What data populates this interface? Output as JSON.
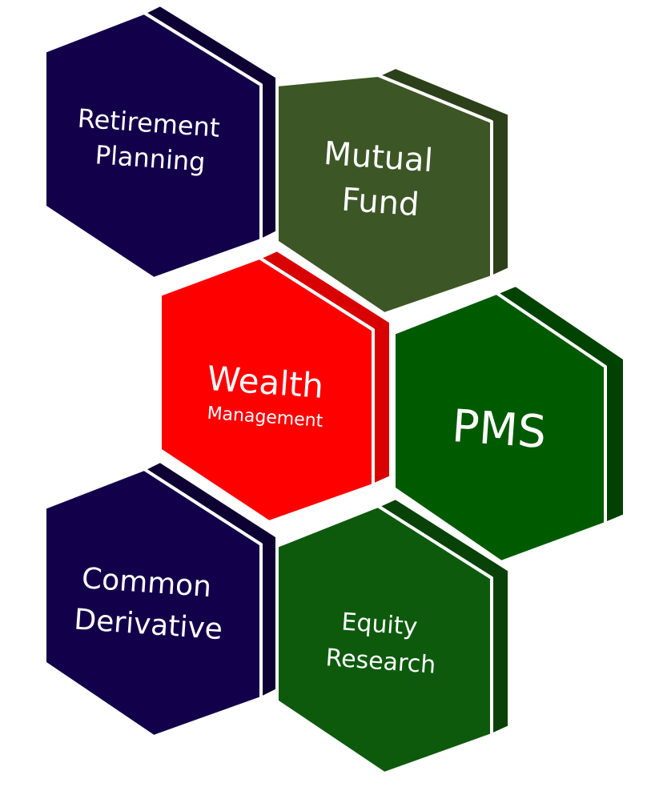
{
  "diagram": {
    "hexagons": [
      {
        "id": "retirement-planning",
        "lines": [
          "Retirement",
          "Planning"
        ],
        "color": "#13004a",
        "side_color": "#0d0033"
      },
      {
        "id": "mutual-fund",
        "lines": [
          "Mutual",
          "Fund"
        ],
        "color": "#3c5626",
        "side_color": "#2c401a"
      },
      {
        "id": "wealth-management",
        "lines": [
          "Wealth",
          "Management"
        ],
        "color": "#ff0000",
        "side_color": "#d80000"
      },
      {
        "id": "pms",
        "lines": [
          "PMS"
        ],
        "color": "#005a00",
        "side_color": "#004200"
      },
      {
        "id": "common-derivative",
        "lines": [
          "Common",
          "Derivative"
        ],
        "color": "#13004a",
        "side_color": "#0d0033"
      },
      {
        "id": "equity-research",
        "lines": [
          "Equity",
          "Research"
        ],
        "color": "#0d5a0d",
        "side_color": "#084208"
      }
    ]
  }
}
